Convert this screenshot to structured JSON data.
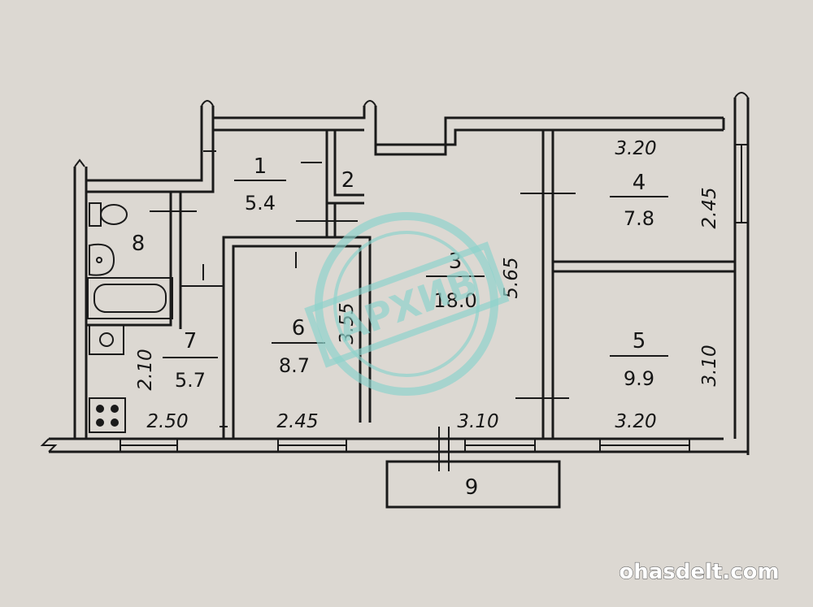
{
  "rooms": [
    {
      "id": "1",
      "number": "1",
      "area": "5.4"
    },
    {
      "id": "2",
      "number": "2",
      "area": ""
    },
    {
      "id": "3",
      "number": "3",
      "area": "18.0"
    },
    {
      "id": "4",
      "number": "4",
      "area": "7.8"
    },
    {
      "id": "5",
      "number": "5",
      "area": "9.9"
    },
    {
      "id": "6",
      "number": "6",
      "area": "8.7"
    },
    {
      "id": "7",
      "number": "7",
      "area": "5.7"
    },
    {
      "id": "8",
      "number": "8",
      "area": ""
    },
    {
      "id": "9",
      "number": "9",
      "area": ""
    }
  ],
  "dimensions": {
    "room4_width": "3.20",
    "room4_depth": "2.45",
    "room3_depth": "5.65",
    "room3_width": "3.10",
    "room5_depth": "3.10",
    "room5_width": "3.20",
    "room6_depth": "3.55",
    "room6_width": "2.45",
    "room7_depth": "2.10",
    "room7_width": "2.50"
  },
  "stamp": {
    "text": "АРХИВ",
    "color": "#8fd3cc"
  },
  "watermark": {
    "text": "ohasdelt.com"
  },
  "colors": {
    "paper": "#dcd8d2",
    "ink": "#1a1a1a"
  }
}
